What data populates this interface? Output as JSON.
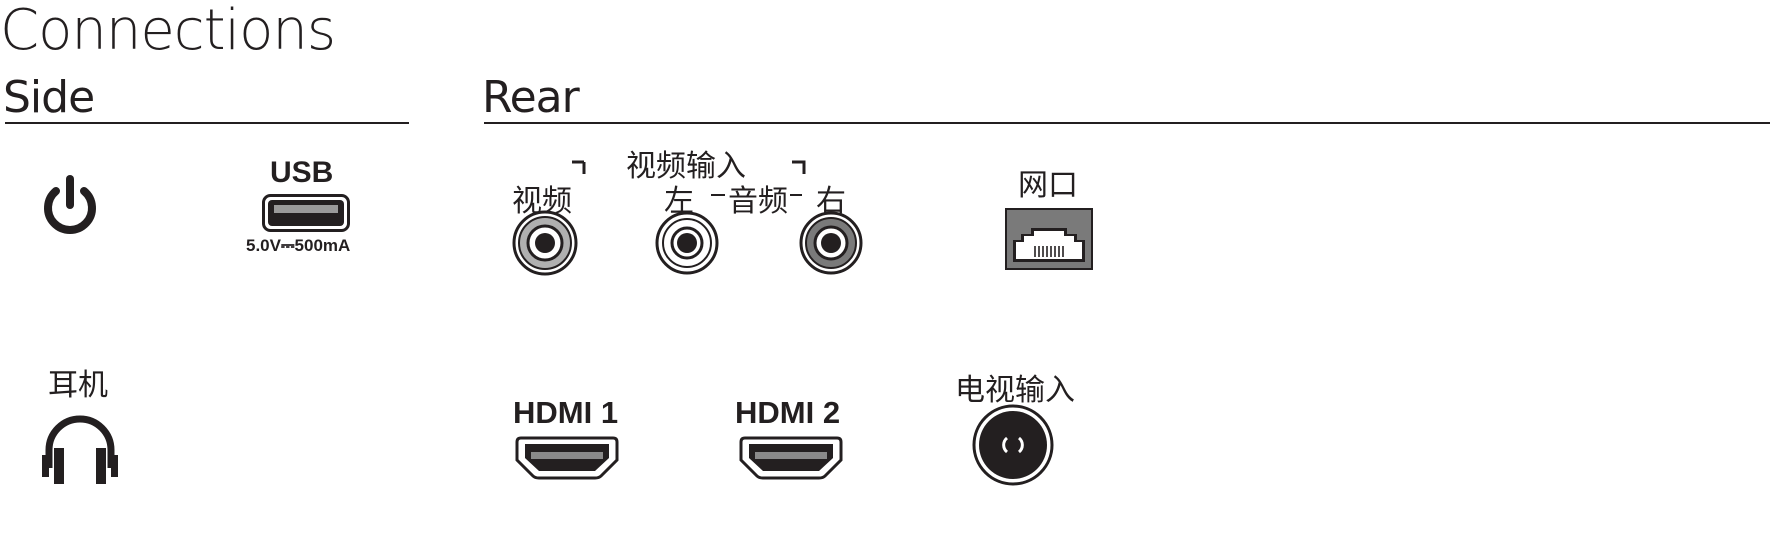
{
  "title": "Connections",
  "sections": {
    "side": "Side",
    "rear": "Rear"
  },
  "side": {
    "usb_label": "USB",
    "usb_rating": "5.0V⎓500mA",
    "headphone_label": "耳机"
  },
  "rear": {
    "video_label": "视频",
    "video_input_label": "视频输入",
    "audio_left_label": "左",
    "audio_label": "音频",
    "audio_right_label": "右",
    "lan_label": "网口",
    "hdmi1_label": "HDMI 1",
    "hdmi2_label": "HDMI 2",
    "tv_input_label": "电视输入"
  },
  "colors": {
    "ink": "#231f20",
    "port_gray": "#7a7a7a",
    "jack_light": "#b0b0b0"
  }
}
